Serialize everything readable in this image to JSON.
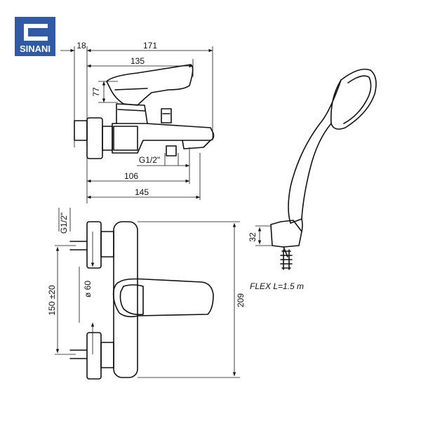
{
  "brand": {
    "name": "SINANI",
    "color": "#2e5aa7"
  },
  "top_view_dims": {
    "d18": "18",
    "d171": "171",
    "d135": "135",
    "d77": "77",
    "thread": "G1/2\"",
    "d106": "106",
    "d145": "145"
  },
  "front_view_dims": {
    "thread": "G1/2\"",
    "diameter": "ø 60",
    "spacing": "150 ±20",
    "height": "209"
  },
  "shower_dims": {
    "d32": "32"
  },
  "hose_note": "FLEX L=1.5 m"
}
